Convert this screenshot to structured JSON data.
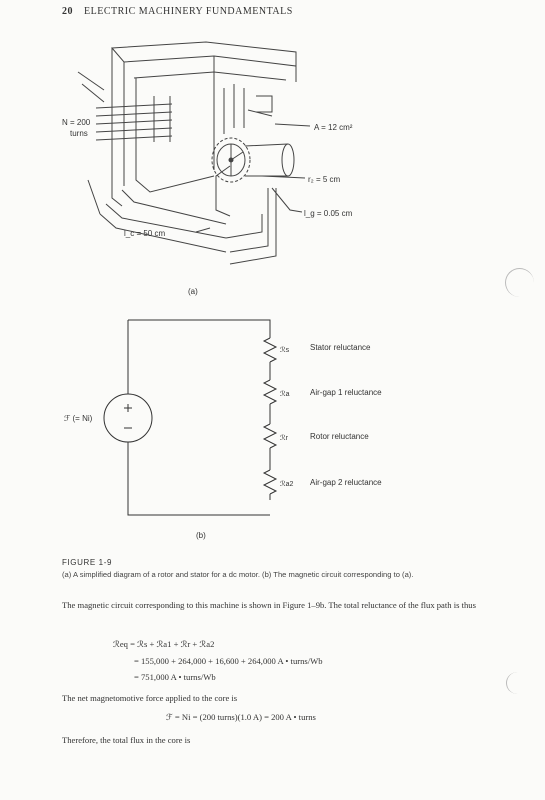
{
  "running_head": {
    "page_number": "20",
    "title": "ELECTRIC MACHINERY FUNDAMENTALS"
  },
  "figure": {
    "part_a": {
      "label_N": "N = 200",
      "label_turns": "turns",
      "label_area": "A = 12 cm²",
      "label_radius": "r₂ = 5 cm",
      "label_gap": "l_g = 0.05 cm",
      "label_length": "l_c = 50 cm",
      "sublabel": "(a)"
    },
    "part_b": {
      "source_label": "ℱ (= Ni)",
      "resistors": [
        {
          "symbol": "ℛs",
          "description": "Stator reluctance"
        },
        {
          "symbol": "ℛa",
          "description": "Air-gap 1 reluctance"
        },
        {
          "symbol": "ℛr",
          "description": "Rotor reluctance"
        },
        {
          "symbol": "ℛa2",
          "description": "Air-gap 2 reluctance"
        }
      ],
      "sublabel": "(b)"
    }
  },
  "caption": {
    "label": "FIGURE 1-9",
    "text": "(a) A simplified diagram of a rotor and stator for a dc motor. (b) The magnetic circuit corresponding to (a)."
  },
  "body": {
    "para1": "The magnetic circuit corresponding to this machine is shown in Figure 1–9b. The total reluctance of the flux path is thus",
    "eq1": "ℛeq = ℛs + ℛa1 + ℛr + ℛa2",
    "eq2": "= 155,000 + 264,000 + 16,600 + 264,000 A • turns/Wb",
    "eq3": "= 751,000 A • turns/Wb",
    "para2": "The net magnetomotive force applied to the core is",
    "eq4": "ℱ = Ni = (200 turns)(1.0 A) = 200 A • turns",
    "para3": "Therefore, the total flux in the core is"
  }
}
